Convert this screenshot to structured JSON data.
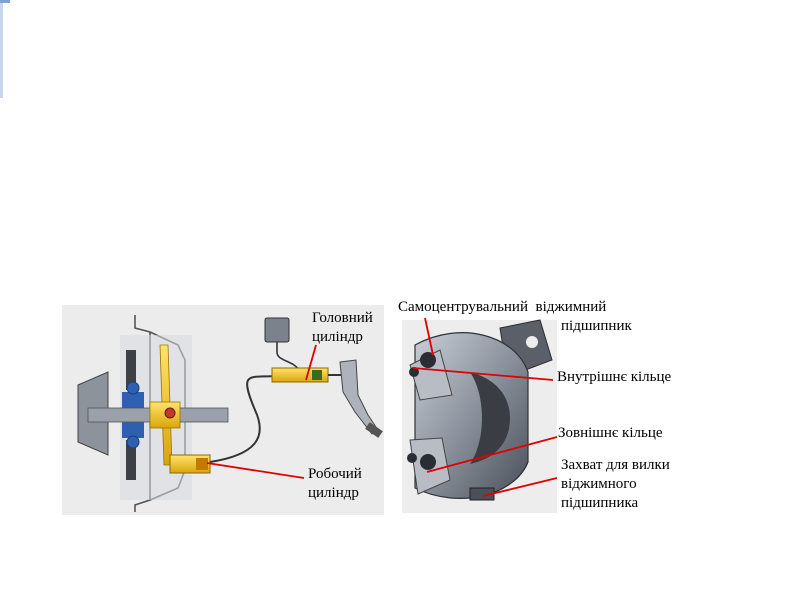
{
  "labels": {
    "master_cylinder": [
      "Головний",
      "циліндр"
    ],
    "slave_cylinder": [
      "Робочий",
      "циліндр"
    ],
    "self_centering_bearing": [
      "Самоцентрувальний  віджимний",
      "підшипник"
    ],
    "inner_ring": "Внутрішнє кільце",
    "outer_ring": "Зовнішнє кільце",
    "fork_grip": [
      "Захват для вилки",
      "віджимного",
      "підшипника"
    ]
  },
  "colors": {
    "leader_line": "#e00000",
    "hydraulic_yellow": "#f0c419",
    "clutch_blue": "#2f5fb0",
    "metal_gray": "#7d8590",
    "bearing_dark": "#3a3d44"
  }
}
